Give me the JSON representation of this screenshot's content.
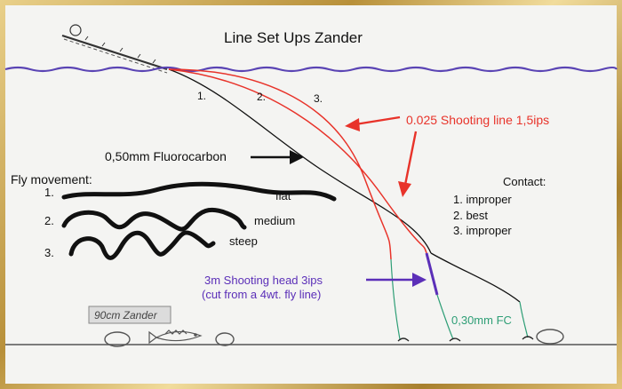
{
  "title": "Line Set Ups Zander",
  "line_numbers": [
    "1.",
    "2.",
    "3."
  ],
  "shooting_line_label": "0.025 Shooting line 1,5ips",
  "fluorocarbon_label": "0,50mm Fluorocarbon",
  "fly_movement": {
    "heading": "Fly movement:",
    "items": [
      {
        "num": "1.",
        "label": "flat"
      },
      {
        "num": "2.",
        "label": "medium"
      },
      {
        "num": "3.",
        "label": "steep"
      }
    ]
  },
  "contact": {
    "heading": "Contact:",
    "items": [
      "1. improper",
      "2. best",
      "3. improper"
    ]
  },
  "shooting_head_label": {
    "line1": "3m Shooting head 3ips",
    "line2": "(cut from a 4wt. fly line)"
  },
  "tippet_label": "0,30mm FC",
  "zander_label": "90cm Zander",
  "colors": {
    "water": "#5a44b4",
    "red_line": "#e8332a",
    "purple": "#5b2fb8",
    "green": "#2e9e76",
    "black": "#111111"
  }
}
